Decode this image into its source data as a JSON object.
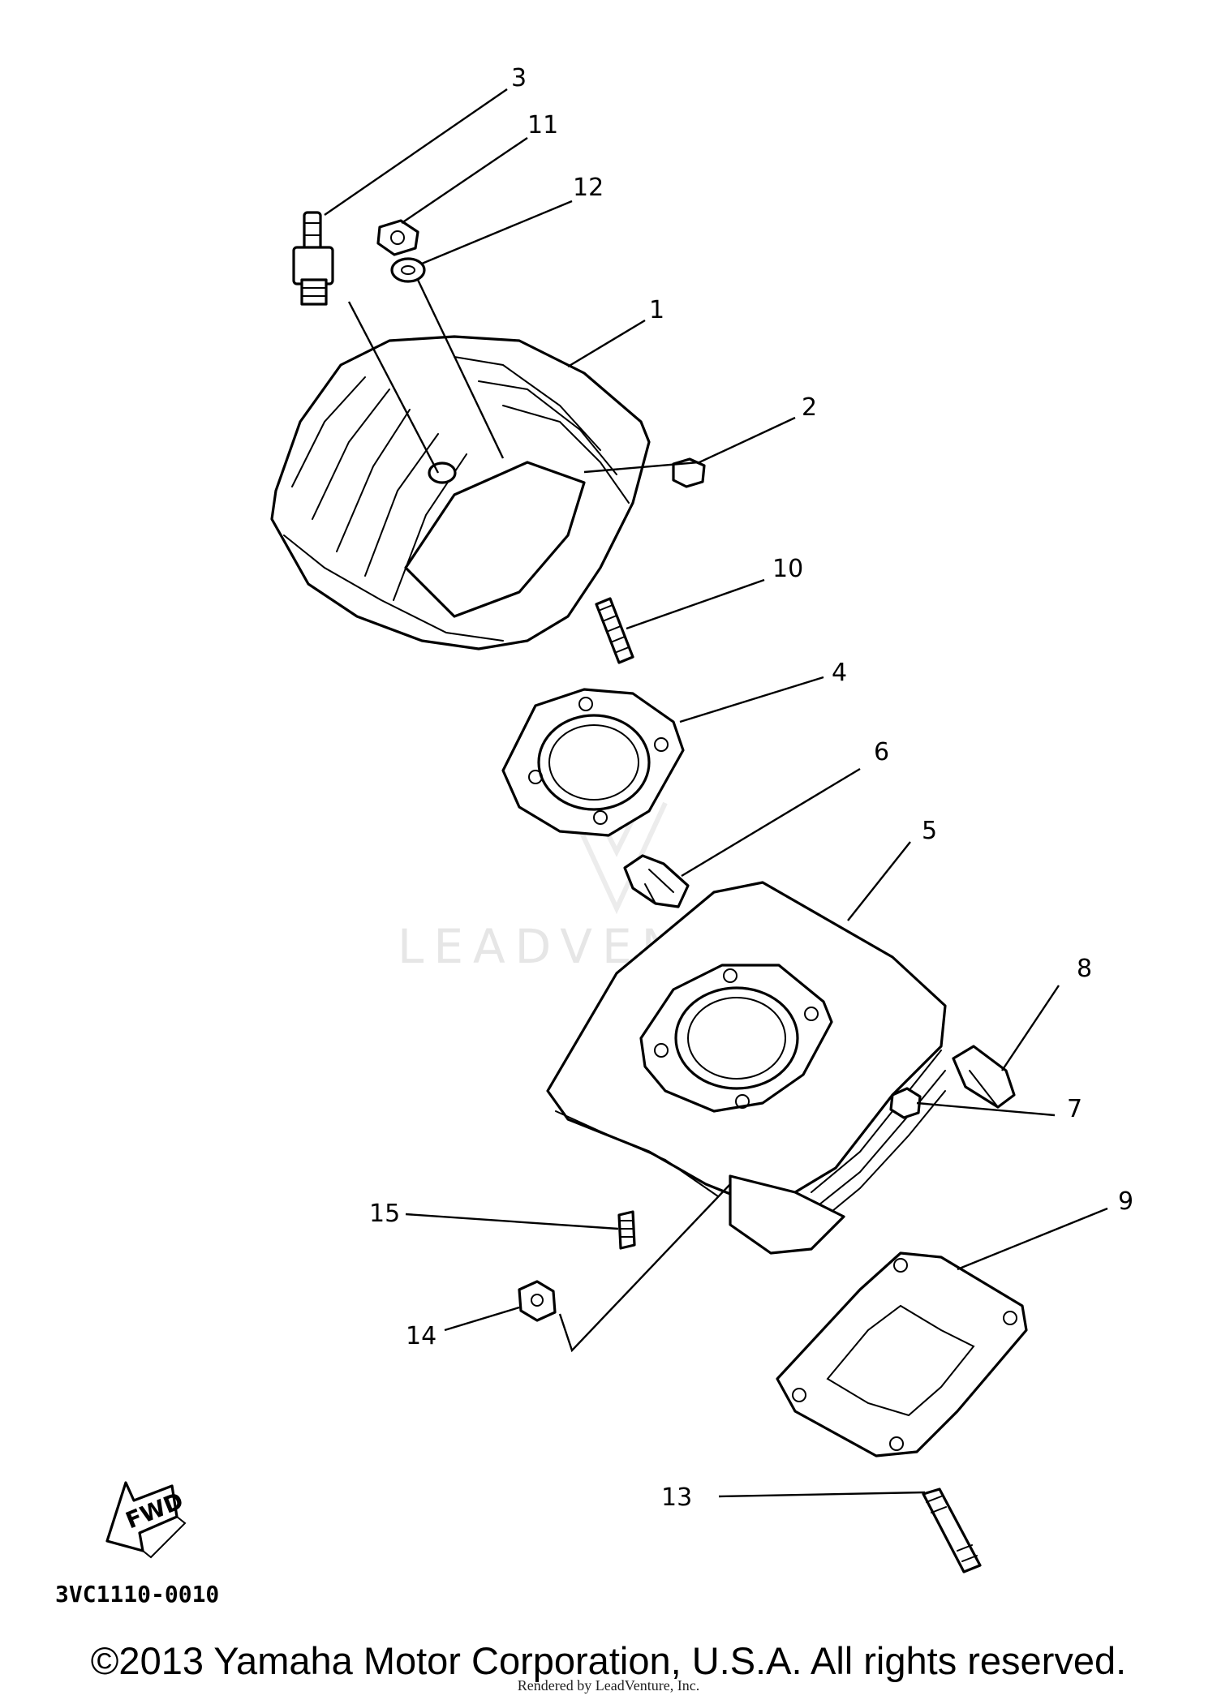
{
  "watermark": {
    "text": "LEADVENTURE"
  },
  "fwd_label": "FWD",
  "diagram_code": "3VC1110-0010",
  "callouts": {
    "p1": "1",
    "p2": "2",
    "p3": "3",
    "p4": "4",
    "p5": "5",
    "p6": "6",
    "p7": "7",
    "p8": "8",
    "p9": "9",
    "p10": "10",
    "p11": "11",
    "p12": "12",
    "p13": "13",
    "p14": "14",
    "p15": "15"
  },
  "footer": {
    "copyright": "©2013 Yamaha Motor Corporation, U.S.A. All rights reserved.",
    "rendered_by": "Rendered by LeadVenture, Inc."
  }
}
